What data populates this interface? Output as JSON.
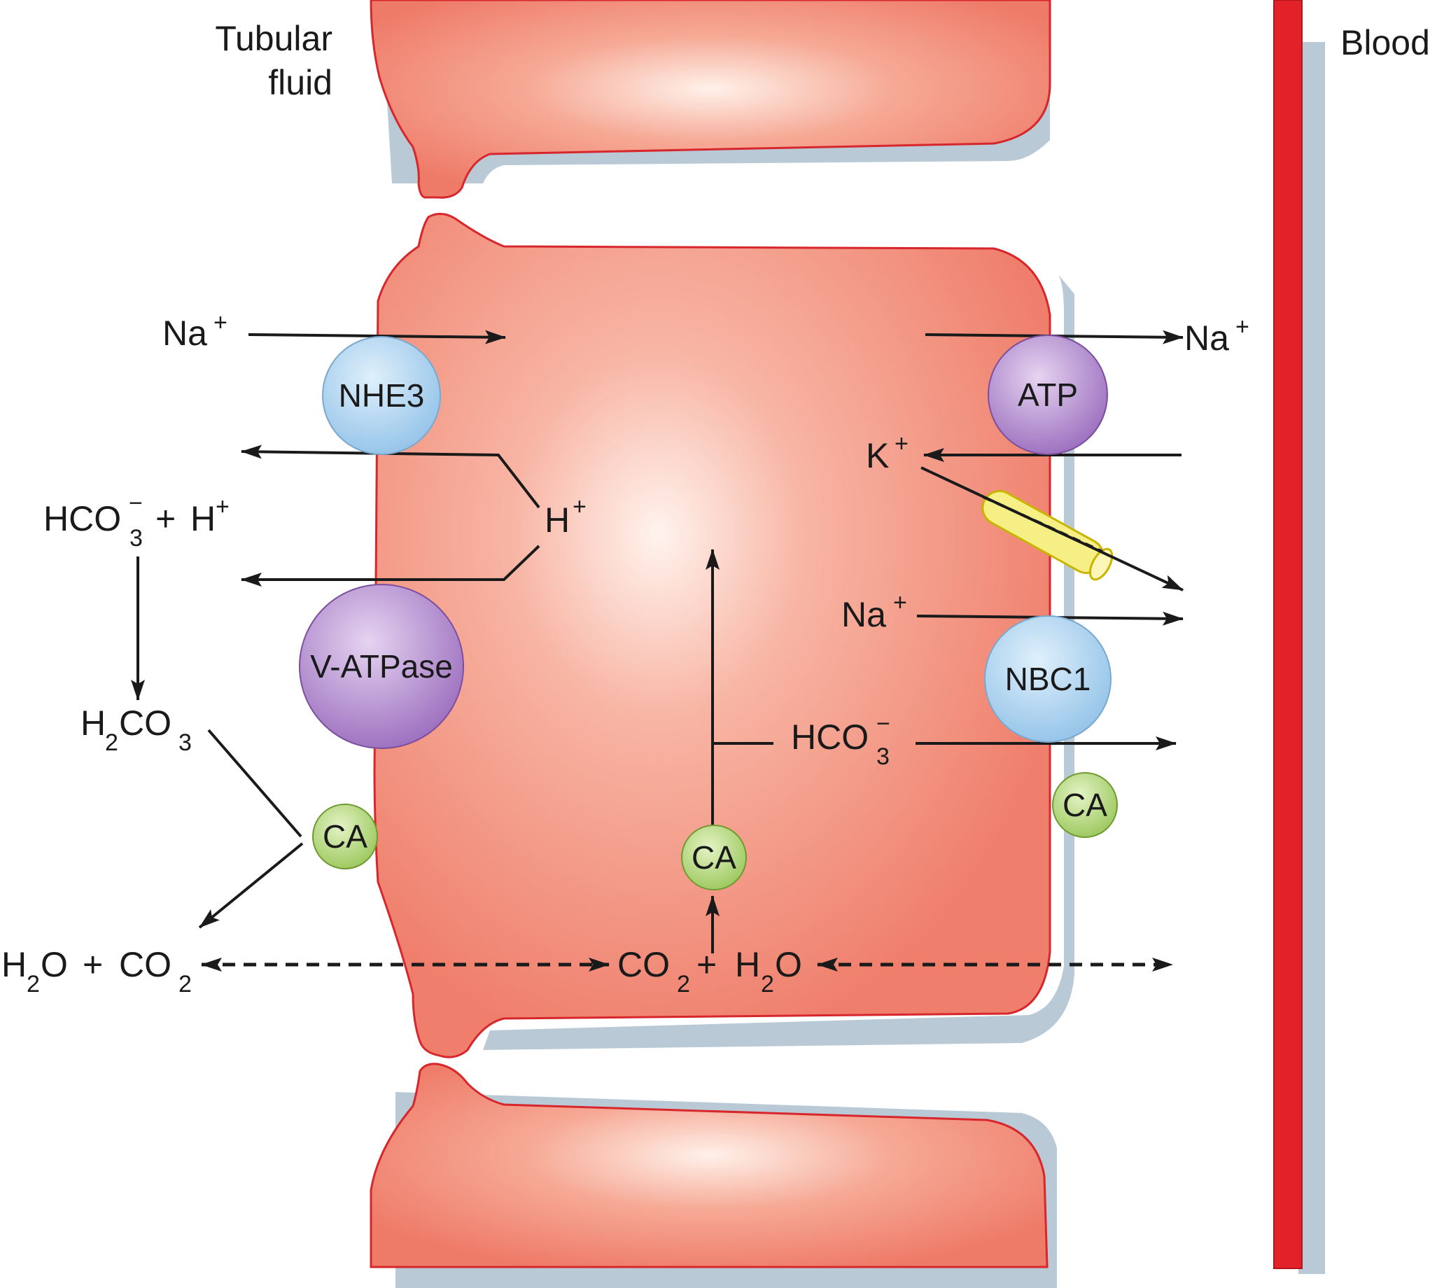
{
  "compartments": {
    "lumen_line1": "Tubular",
    "lumen_line2": "fluid",
    "blood": "Blood"
  },
  "transporters": {
    "nhe3": "NHE3",
    "atp": "ATP",
    "vatpase": "V-ATPase",
    "nbc1": "NBC1",
    "ca": "CA"
  },
  "ions": {
    "na": "Na",
    "k": "K",
    "h": "H",
    "plus": "+",
    "minus": "−",
    "hco": "HCO",
    "h2o_h": "H",
    "o": "O",
    "co": "CO",
    "c": "C",
    "sub2": "2",
    "sub3": "3",
    "plus_op": "+"
  },
  "colors": {
    "cell": "#f08a78",
    "cell_edge": "#d7262c",
    "nhe3": "#9fcbea",
    "atp": "#a67bc6",
    "vatpase": "#a67bc6",
    "nbc1": "#9fcbea",
    "ca": "#a8d16a",
    "k_channel": "#f5ec7a",
    "blood_line": "#e32128",
    "shadow": "#b7c8d4"
  }
}
